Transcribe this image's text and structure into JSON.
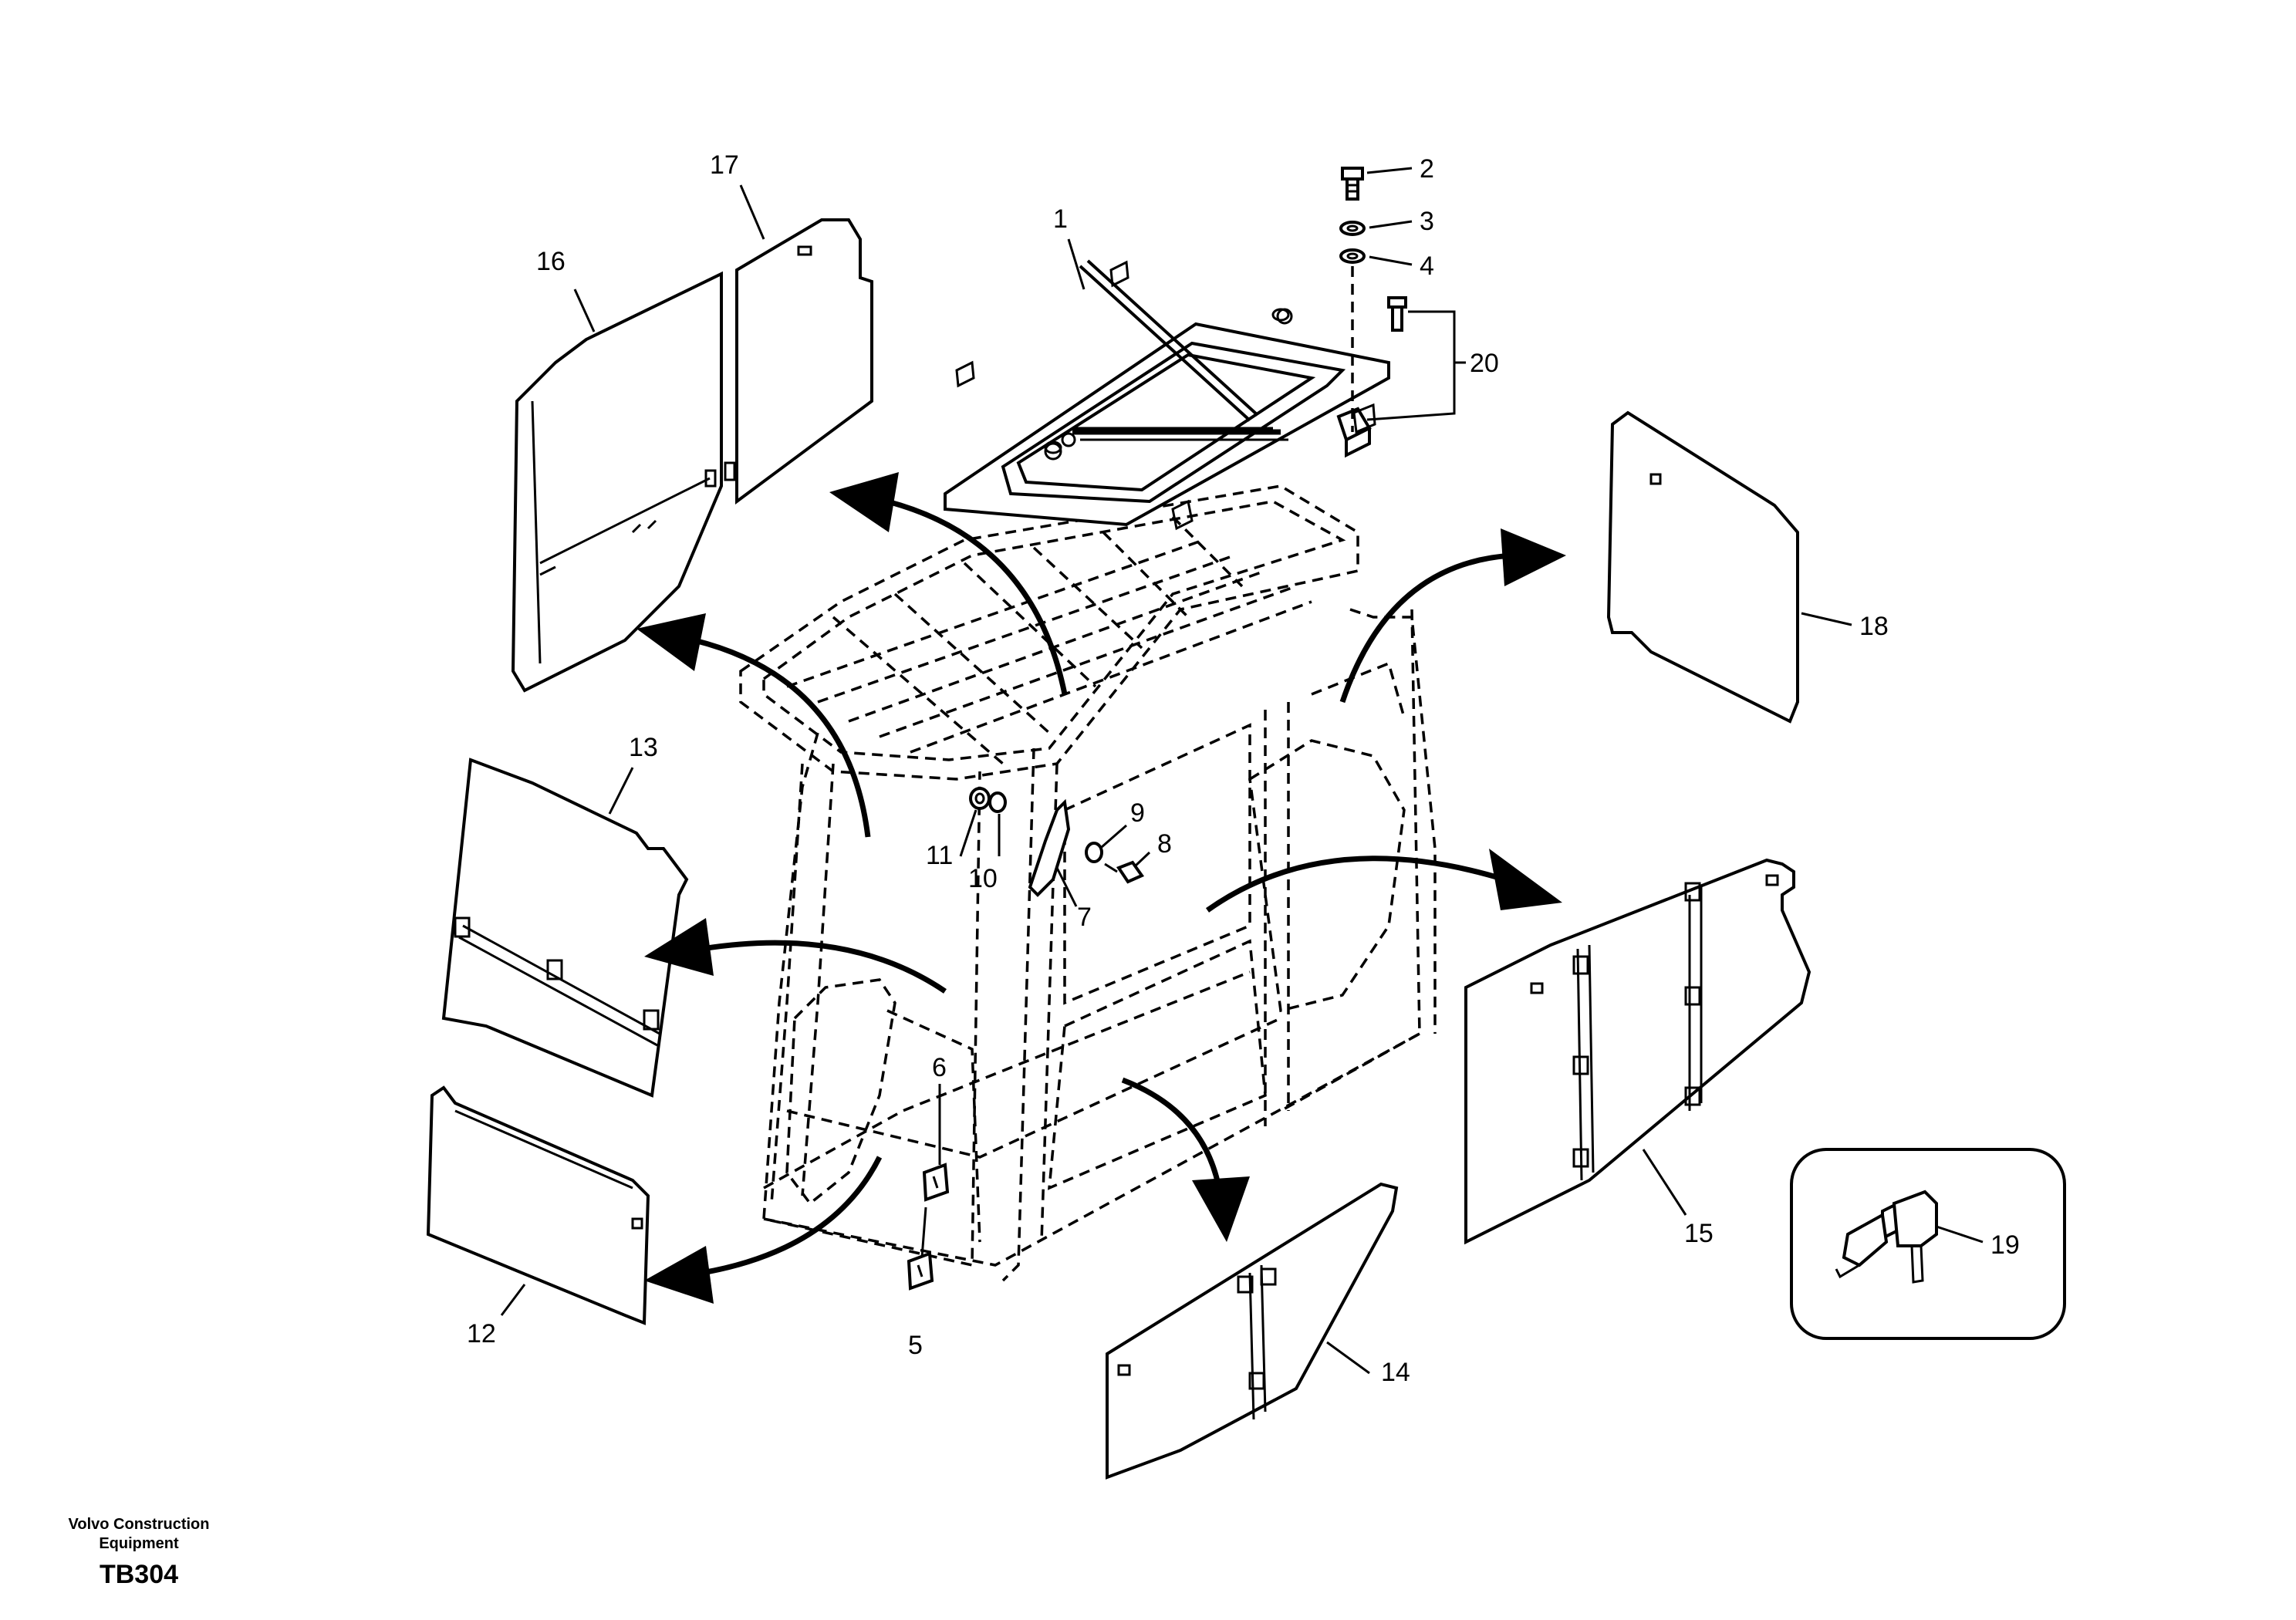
{
  "footer": {
    "brand_line1": "Volvo Construction",
    "brand_line2": "Equipment",
    "drawing_code": "TB304"
  },
  "callouts": {
    "c1": "1",
    "c2": "2",
    "c3": "3",
    "c4": "4",
    "c5": "5",
    "c6": "6",
    "c7": "7",
    "c8": "8",
    "c9": "9",
    "c10": "10",
    "c11": "11",
    "c12": "12",
    "c13": "13",
    "c14": "14",
    "c15": "15",
    "c16": "16",
    "c17": "17",
    "c18": "18",
    "c19": "19",
    "c20": "20"
  }
}
